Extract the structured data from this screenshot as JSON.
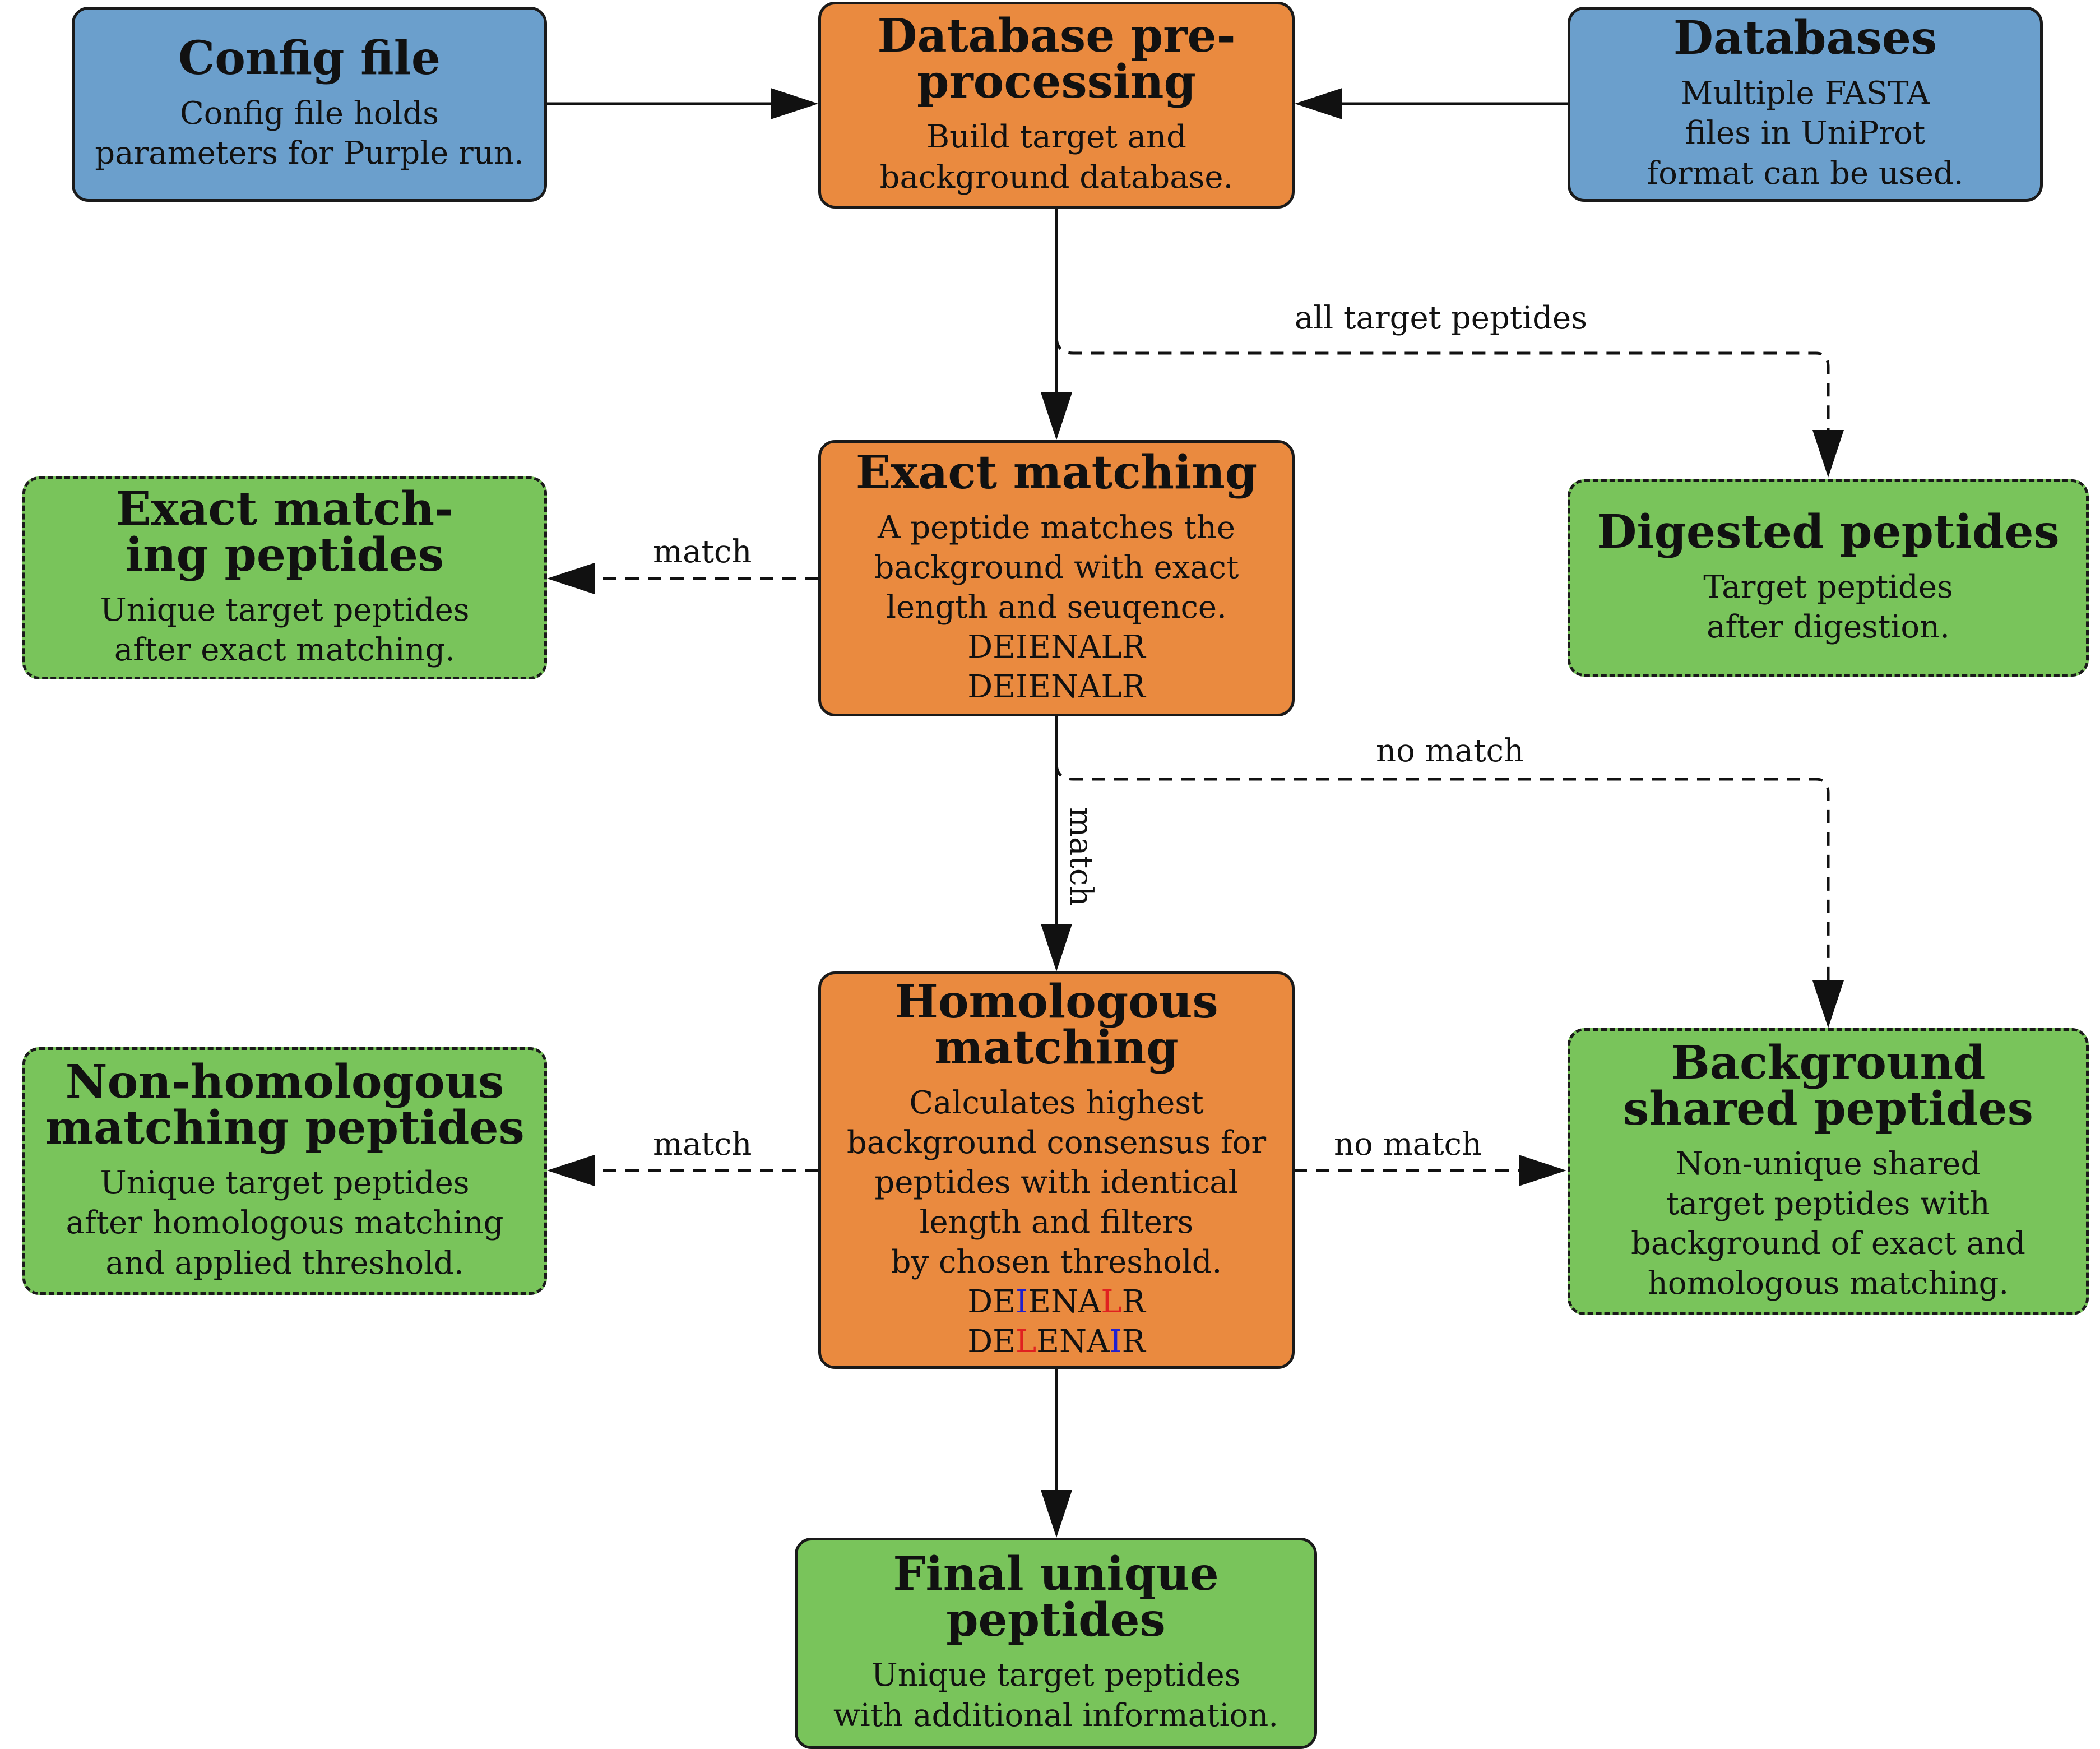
{
  "colors": {
    "input_fill": "#6b9fcc",
    "process_fill": "#ea8a3f",
    "output_fill": "#79c45b",
    "edge": "#111111",
    "highlight_blue": "#1f1fd0",
    "highlight_red": "#e02020"
  },
  "nodes": {
    "config": {
      "title": "Config file",
      "body": [
        "Config file holds",
        "parameters for Purple run."
      ]
    },
    "dbprep": {
      "title": [
        "Database pre-",
        "processing"
      ],
      "body": [
        "Build target and",
        "background database."
      ]
    },
    "databases": {
      "title": "Databases",
      "body": [
        "Multiple FASTA",
        "files in UniProt",
        "format can be used."
      ]
    },
    "exact": {
      "title": "Exact matching",
      "body": [
        "A peptide matches the",
        "background with exact",
        "length and seuqence."
      ],
      "seq1": "DEIENALR",
      "seq2": "DEIENALR"
    },
    "exactpep": {
      "title": [
        "Exact match-",
        "ing peptides"
      ],
      "body": [
        "Unique target peptides",
        "after exact matching."
      ]
    },
    "digested": {
      "title": "Digested peptides",
      "body": [
        "Target peptides",
        "after digestion."
      ]
    },
    "homol": {
      "title": [
        "Homologous",
        "matching"
      ],
      "body": [
        "Calculates highest",
        "background consensus for",
        "peptides with identical",
        "length and filters",
        "by chosen threshold."
      ],
      "seq1": [
        "DE",
        "I",
        "ENA",
        "L",
        "R"
      ],
      "seq2": [
        "DE",
        "L",
        "ENA",
        "I",
        "R"
      ]
    },
    "nonhomol": {
      "title": [
        "Non-homologous",
        "matching peptides"
      ],
      "body": [
        "Unique target peptides",
        "after homologous matching",
        "and applied threshold."
      ]
    },
    "bgshared": {
      "title": [
        "Background",
        "shared peptides"
      ],
      "body": [
        "Non-unique shared",
        "target peptides with",
        "background of exact and",
        "homologous matching."
      ]
    },
    "final": {
      "title": [
        "Final unique",
        "peptides"
      ],
      "body": [
        "Unique target peptides",
        "with additional information."
      ]
    }
  },
  "edge_labels": {
    "all_target": "all target peptides",
    "no_match_top": "no match",
    "match_vertical": "match",
    "match_left_exact": "match",
    "match_left_homol": "match",
    "no_match_right": "no match"
  }
}
